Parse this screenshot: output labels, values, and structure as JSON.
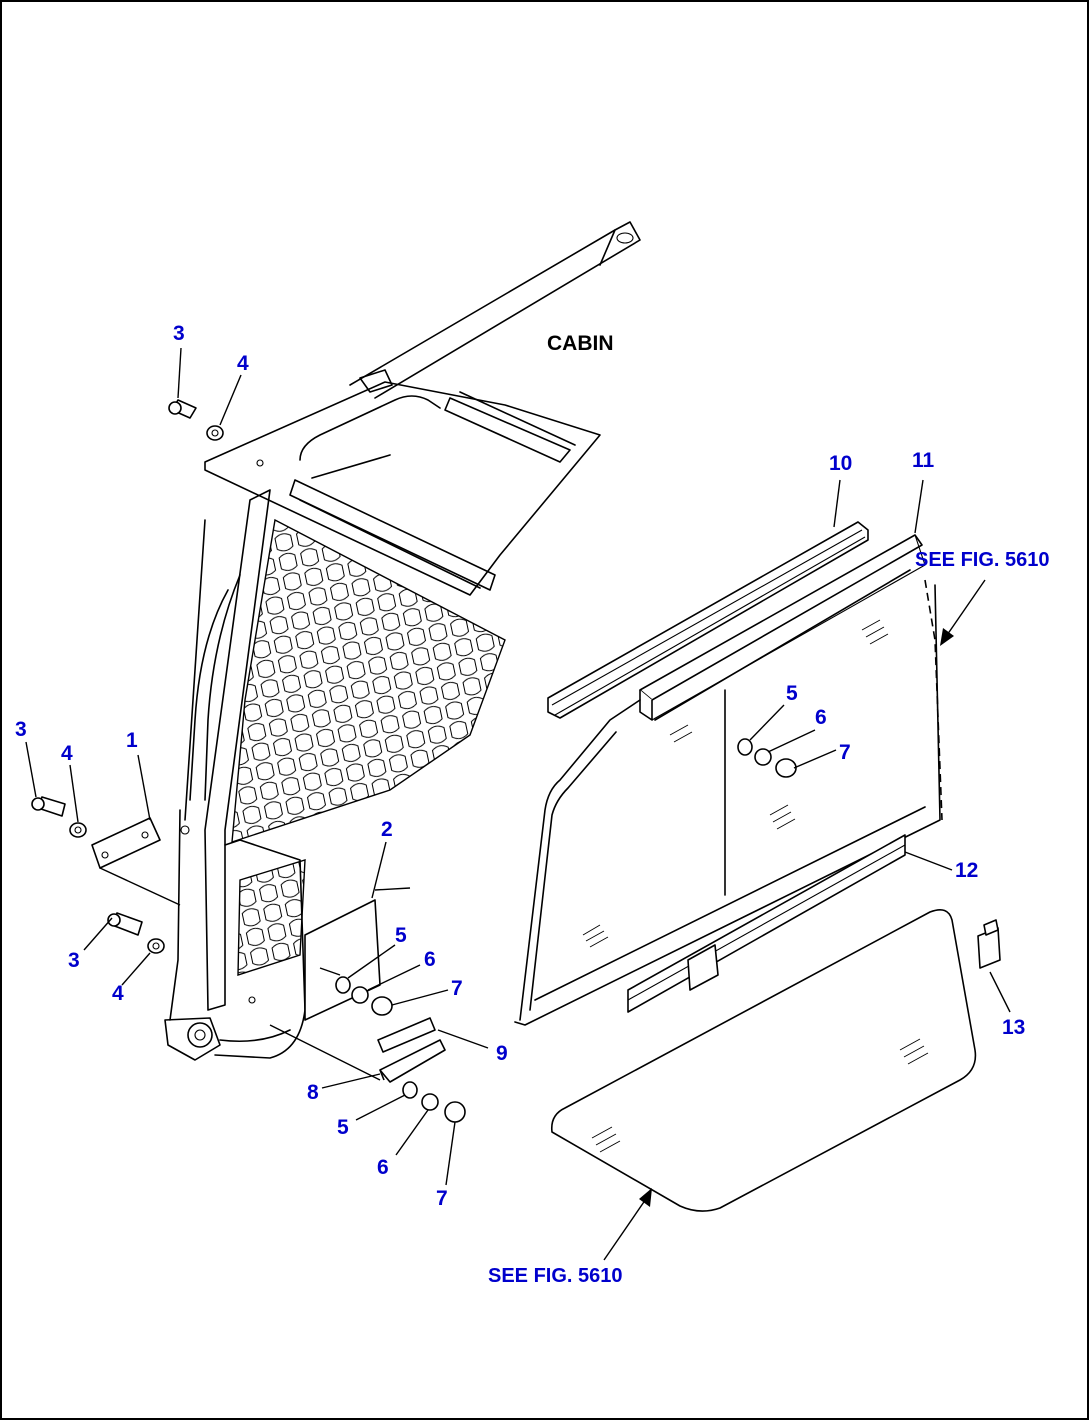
{
  "title": "CABIN",
  "references": {
    "upper_right": "SEE FIG. 5610",
    "bottom": "SEE FIG. 5610"
  },
  "callouts": {
    "c1": "1",
    "c2": "2",
    "c3a": "3",
    "c3b": "3",
    "c3c": "3",
    "c4a": "4",
    "c4b": "4",
    "c4c": "4",
    "c5a": "5",
    "c5b": "5",
    "c5c": "5",
    "c6a": "6",
    "c6b": "6",
    "c6c": "6",
    "c7a": "7",
    "c7b": "7",
    "c7c": "7",
    "c8": "8",
    "c9": "9",
    "c10": "10",
    "c11": "11",
    "c12": "12",
    "c13": "13"
  },
  "colors": {
    "callout": "#0000cc",
    "linework": "#000000",
    "frame": "#000000"
  }
}
